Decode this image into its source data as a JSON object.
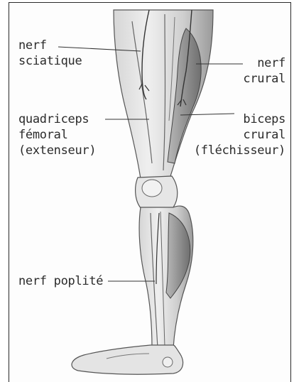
{
  "figure": {
    "labels": {
      "nerf_sciatique": [
        "nerf",
        "sciatique"
      ],
      "nerf_crural": [
        "nerf",
        "crural"
      ],
      "quadriceps": [
        "quadriceps",
        "fémoral",
        "(extenseur)"
      ],
      "biceps": [
        "biceps",
        "crural",
        "(fléchisseur)"
      ],
      "nerf_poplite": [
        "nerf poplité"
      ]
    }
  }
}
